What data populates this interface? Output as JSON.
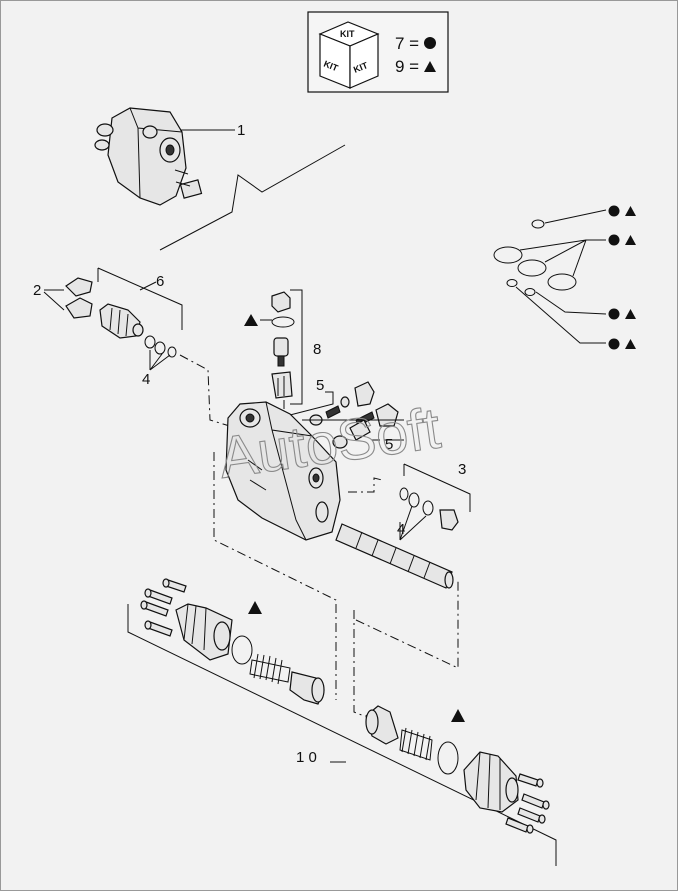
{
  "kit_box": {
    "cube_labels": [
      "KIT",
      "KIT",
      "KIT"
    ],
    "legend": [
      {
        "text": "7 =",
        "symbol": "circle"
      },
      {
        "text": "9 =",
        "symbol": "triangle"
      }
    ]
  },
  "callouts": {
    "c1": "1",
    "c2": "2",
    "c3": "3",
    "c4a": "4",
    "c4b": "4",
    "c5a": "5",
    "c5b": "5",
    "c6": "6",
    "c8": "8",
    "c10": "1 0"
  },
  "watermark": "AutoSoft",
  "colors": {
    "ink": "#111111",
    "paper": "#f2f2f2",
    "part_fill": "#e6e6e6",
    "watermark": "#8a8a8a"
  }
}
